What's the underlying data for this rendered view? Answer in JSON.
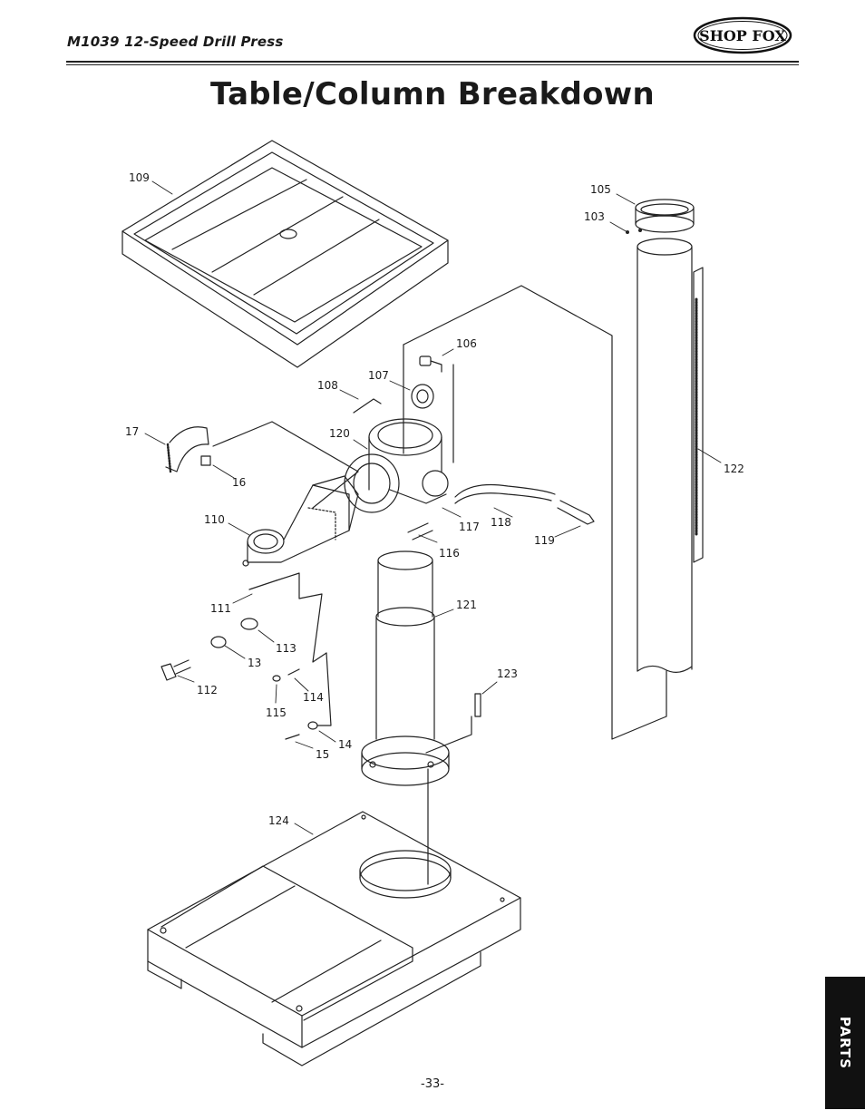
{
  "header": {
    "manual_title": "M1039 12-Speed Drill Press",
    "logo_text": "SHOP FOX"
  },
  "page": {
    "title": "Table/Column Breakdown",
    "number": "-33-",
    "section_tab": "PARTS"
  },
  "diagram": {
    "callouts": {
      "p109": "109",
      "p105": "105",
      "p103": "103",
      "p106": "106",
      "p107": "107",
      "p108": "108",
      "p17": "17",
      "p120": "120",
      "p16": "16",
      "p122": "122",
      "p110": "110",
      "p117": "117",
      "p118": "118",
      "p119": "119",
      "p116": "116",
      "p121": "121",
      "p111": "111",
      "p113": "113",
      "p13": "13",
      "p112": "112",
      "p123": "123",
      "p115": "115",
      "p114": "114",
      "p14": "14",
      "p15": "15",
      "p124": "124"
    }
  }
}
